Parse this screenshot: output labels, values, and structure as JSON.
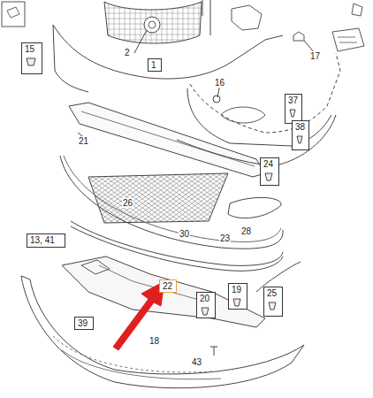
{
  "diagram": {
    "nodes": [
      {
        "text": [
          "15"
        ]
      },
      {
        "text": [
          "1"
        ]
      },
      {
        "text": [
          "37"
        ]
      },
      {
        "text": [
          "38"
        ]
      },
      {
        "text": [
          "24"
        ]
      },
      {
        "text": [
          "13, 41"
        ]
      },
      {
        "text": [
          "22"
        ]
      },
      {
        "text": [
          "20"
        ]
      },
      {
        "text": [
          "19"
        ]
      },
      {
        "text": [
          "25"
        ]
      },
      {
        "text": [
          "39"
        ]
      }
    ],
    "edges": [],
    "labels": [
      "2",
      "17",
      "16",
      "21",
      "26",
      "30",
      "23",
      "28",
      "18",
      "43"
    ]
  }
}
